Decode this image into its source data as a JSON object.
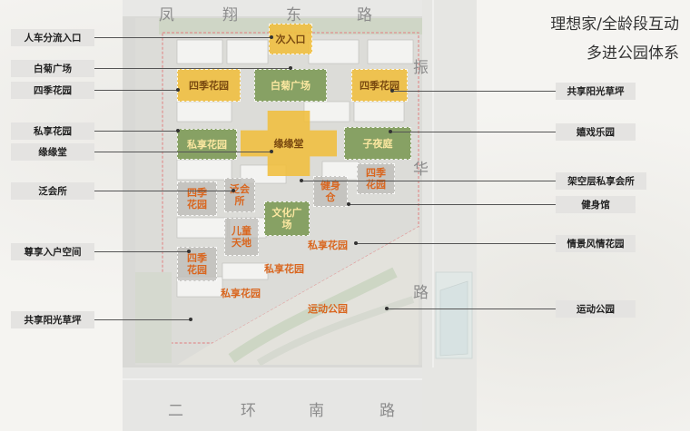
{
  "title": {
    "line1": "理想家/全龄段互动",
    "line2": "多进公园体系"
  },
  "streets": {
    "north": [
      "凤",
      "翔",
      "东",
      "路"
    ],
    "east": [
      "振",
      "华",
      "路"
    ],
    "south": [
      "二",
      "环",
      "南",
      "路"
    ]
  },
  "zones": {
    "entry": "次入口",
    "four_season_nw": "四季花园",
    "baiju_plaza": "白菊广场",
    "four_season_ne": "四季花园",
    "private_w": "私享花园",
    "yuanyuan_hall": "缘缘堂",
    "kids_yard": "子夜庭",
    "four_season_e": "四季\n花园",
    "four_season_w1": "四季\n花园",
    "fanhui": "泛会\n所",
    "gym": "健身\n仓",
    "culture_plaza": "文化广\n场",
    "children": "儿童\n天地",
    "four_season_w2": "四季\n花园",
    "private_c1": "私享花园",
    "private_c2": "私享花园",
    "private_sw": "私享花园",
    "sports_park": "运动公园"
  },
  "left_labels": [
    "人车分流入口",
    "白菊广场",
    "四季花园",
    "私享花园",
    "缘缘堂",
    "泛会所",
    "尊享入户空间",
    "共享阳光草坪"
  ],
  "right_labels": [
    "共享阳光草坪",
    "嬉戏乐园",
    "架空层私享会所",
    "健身馆",
    "情景风情花园",
    "运动公园"
  ],
  "colors": {
    "yellow_zone": "#f0be3c",
    "green_zone": "#789650",
    "label_bg": "#e4e3e1",
    "zone_text_orange": "#d9661f"
  }
}
